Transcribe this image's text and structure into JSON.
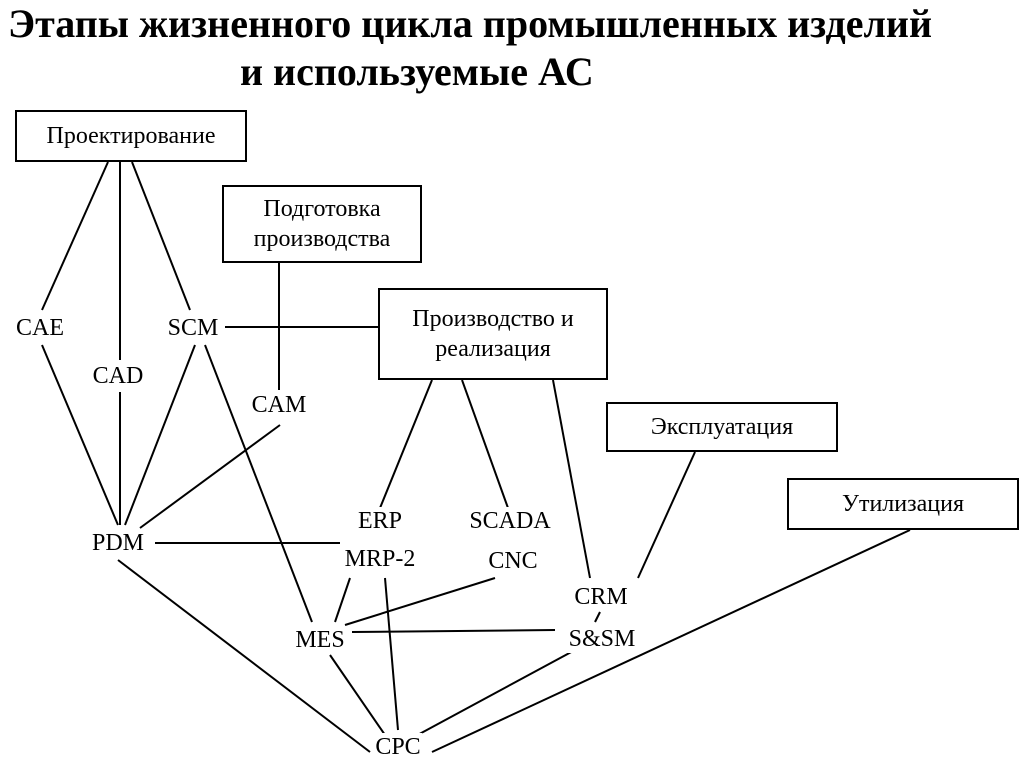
{
  "title": {
    "line1": "Этапы жизненного цикла промышленных изделий",
    "line2": "и используемые АС"
  },
  "stages": {
    "design": "Проектирование",
    "prep": "Подготовка производства",
    "production": "Производство и реализация",
    "operation": "Эксплуатация",
    "disposal": "Утилизация"
  },
  "systems": {
    "cae": "CAE",
    "cad": "CAD",
    "scm": "SCM",
    "cam": "CAM",
    "pdm": "PDM",
    "erp": "ERP",
    "scada": "SCADA",
    "mrp": "MRP-2",
    "cnc": "CNC",
    "crm": "CRM",
    "mes": "MES",
    "ssm": "S&SM",
    "cpc": "CPC"
  }
}
